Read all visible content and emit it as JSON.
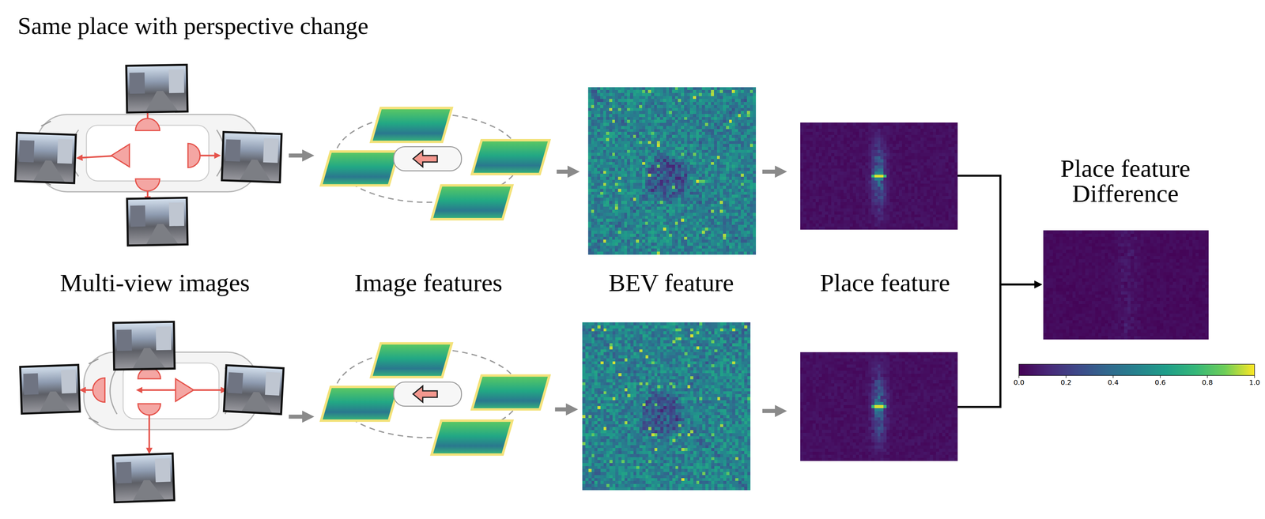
{
  "diagram": {
    "title": "Same place with perspective change",
    "labels": [
      "Multi-view images",
      "Image features",
      "BEV feature",
      "Place feature",
      "Place feature Difference",
      "0.0",
      "0.2",
      "0.4",
      "0.6",
      "0.8",
      "1.0"
    ]
  }
}
